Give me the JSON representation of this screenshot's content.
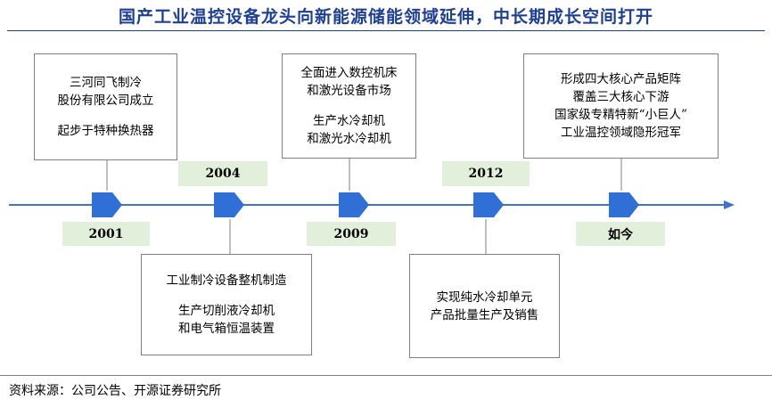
{
  "title": "国产工业温控设备龙头向新能源储能领域延伸，中长期成长空间打开",
  "milestones": [
    {
      "year": "2001",
      "lines_a": [
        "三河同飞制冷",
        "股份有限公司成立"
      ],
      "lines_b": [
        "起步于特种换热器"
      ]
    },
    {
      "year": "2004",
      "lines_a": [
        "工业制冷设备整机制造"
      ],
      "lines_b": [
        "生产切削液冷却机",
        "和电气箱恒温装置"
      ]
    },
    {
      "year": "2009",
      "lines_a": [
        "全面进入数控机床",
        "和激光设备市场"
      ],
      "lines_b": [
        "生产水冷却机",
        "和激光水冷却机"
      ]
    },
    {
      "year": "2012",
      "lines_a": [
        "实现纯水冷却单元",
        "产品批量生产及销售"
      ],
      "lines_b": []
    },
    {
      "year": "如今",
      "lines_a": [
        "形成四大核心产品矩阵",
        "覆盖三大核心下游",
        "国家级专精特新“小巨人”",
        "工业温控领域隐形冠军"
      ],
      "lines_b": []
    }
  ],
  "source": "资料来源：公司公告、开源证券研究所",
  "colors": {
    "title": "#1f3f8f",
    "axis": "#4472c4",
    "marker": "#2f6fd6",
    "year_bg": "#e2efda",
    "border": "#7f7f7f"
  }
}
